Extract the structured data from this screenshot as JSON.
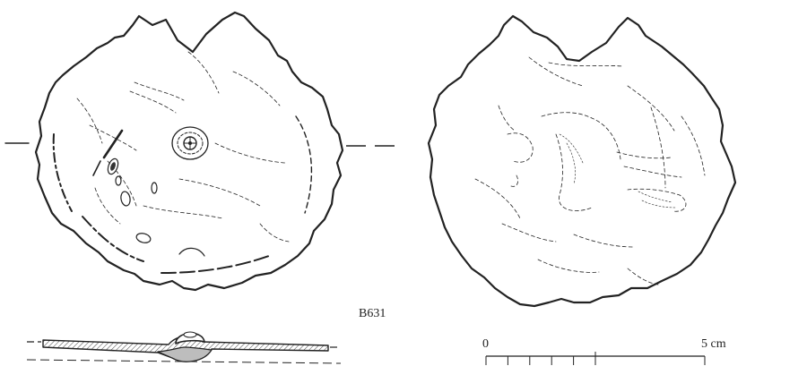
{
  "specimen": {
    "catalog_number": "B631"
  },
  "scale_bar": {
    "start_label": "0",
    "end_label": "5 cm",
    "divisions": 10
  },
  "colors": {
    "ink": "#222222",
    "section_fill": "#bdbdbd",
    "background": "#ffffff"
  }
}
